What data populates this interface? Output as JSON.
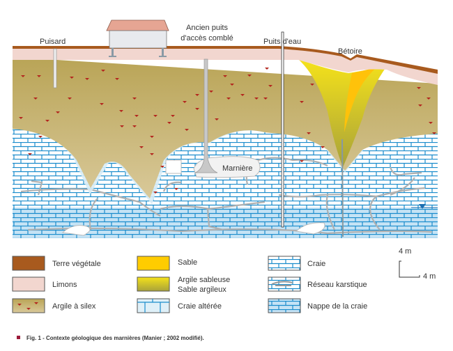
{
  "labels": {
    "puisard": "Puisard",
    "ancien_puits_1": "Ancien puits",
    "ancien_puits_2": "d'accès comblé",
    "puits_eau": "Puits d'eau",
    "betoire": "Bétoire",
    "marniere": "Marnière"
  },
  "legend": [
    {
      "label": "Terre végétale",
      "color": "#a85a1e"
    },
    {
      "label": "Limons",
      "color": "#f2d6cf"
    },
    {
      "label": "Argile à silex",
      "color": "#c9b36a"
    },
    {
      "label": "Sable",
      "color": "#ffcc00"
    },
    {
      "label": "Argile sableuse",
      "label2": "Sable argileux",
      "color": "#c9c12a"
    },
    {
      "label": "Craie altérée",
      "color": "#dff0f8"
    },
    {
      "label": "Craie",
      "color": "#ffffff"
    },
    {
      "label": "Réseau karstique",
      "color": "#aaaaaa"
    },
    {
      "label": "Nappe de la craie",
      "color": "#bfe0f4"
    }
  ],
  "scale": {
    "vertical": "4 m",
    "horizontal": "4 m"
  },
  "caption": "Fig. 1 - Contexte géologique des marnières (Manier ; 2002 modifié).",
  "colors": {
    "brick_line": "#1a8ccc",
    "caption_marker": "#9b1b3a",
    "silex": "#b3261e"
  }
}
